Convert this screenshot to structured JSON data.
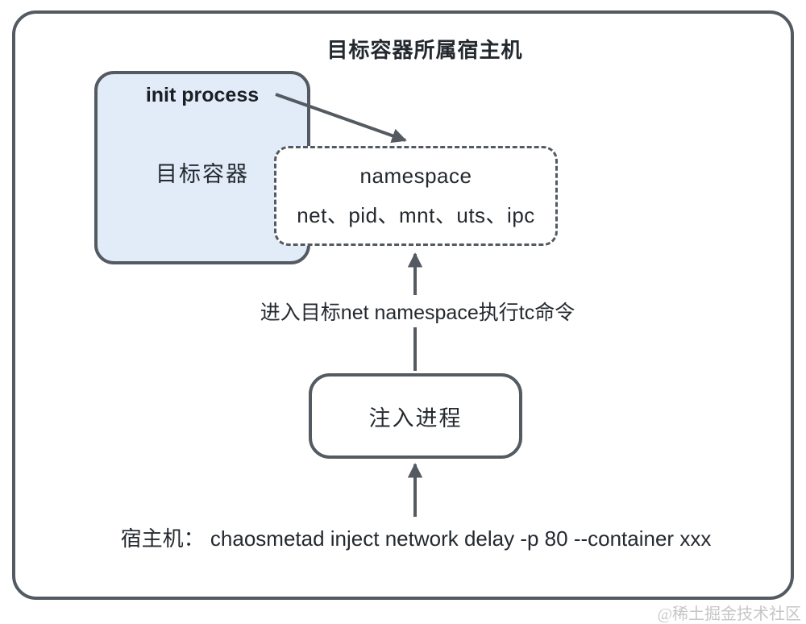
{
  "colors": {
    "stroke": "#545a61",
    "container_fill": "#e2ecf9",
    "text": "#24292f",
    "watermark": "#c6c6c6",
    "background": "#ffffff"
  },
  "host_frame": {
    "title": "目标容器所属宿主机"
  },
  "target_container_box": {
    "process_label": "init process",
    "name": "目标容器"
  },
  "namespace_box": {
    "title": "namespace",
    "types": "net、pid、mnt、uts、ipc"
  },
  "flow": {
    "enter_namespace_label": "进入目标net namespace执行tc命令",
    "inject_process_label": "注入进程",
    "host_command": "宿主机： chaosmetad inject network delay -p 80 --container xxx"
  },
  "watermark": "@稀土掘金技术社区"
}
